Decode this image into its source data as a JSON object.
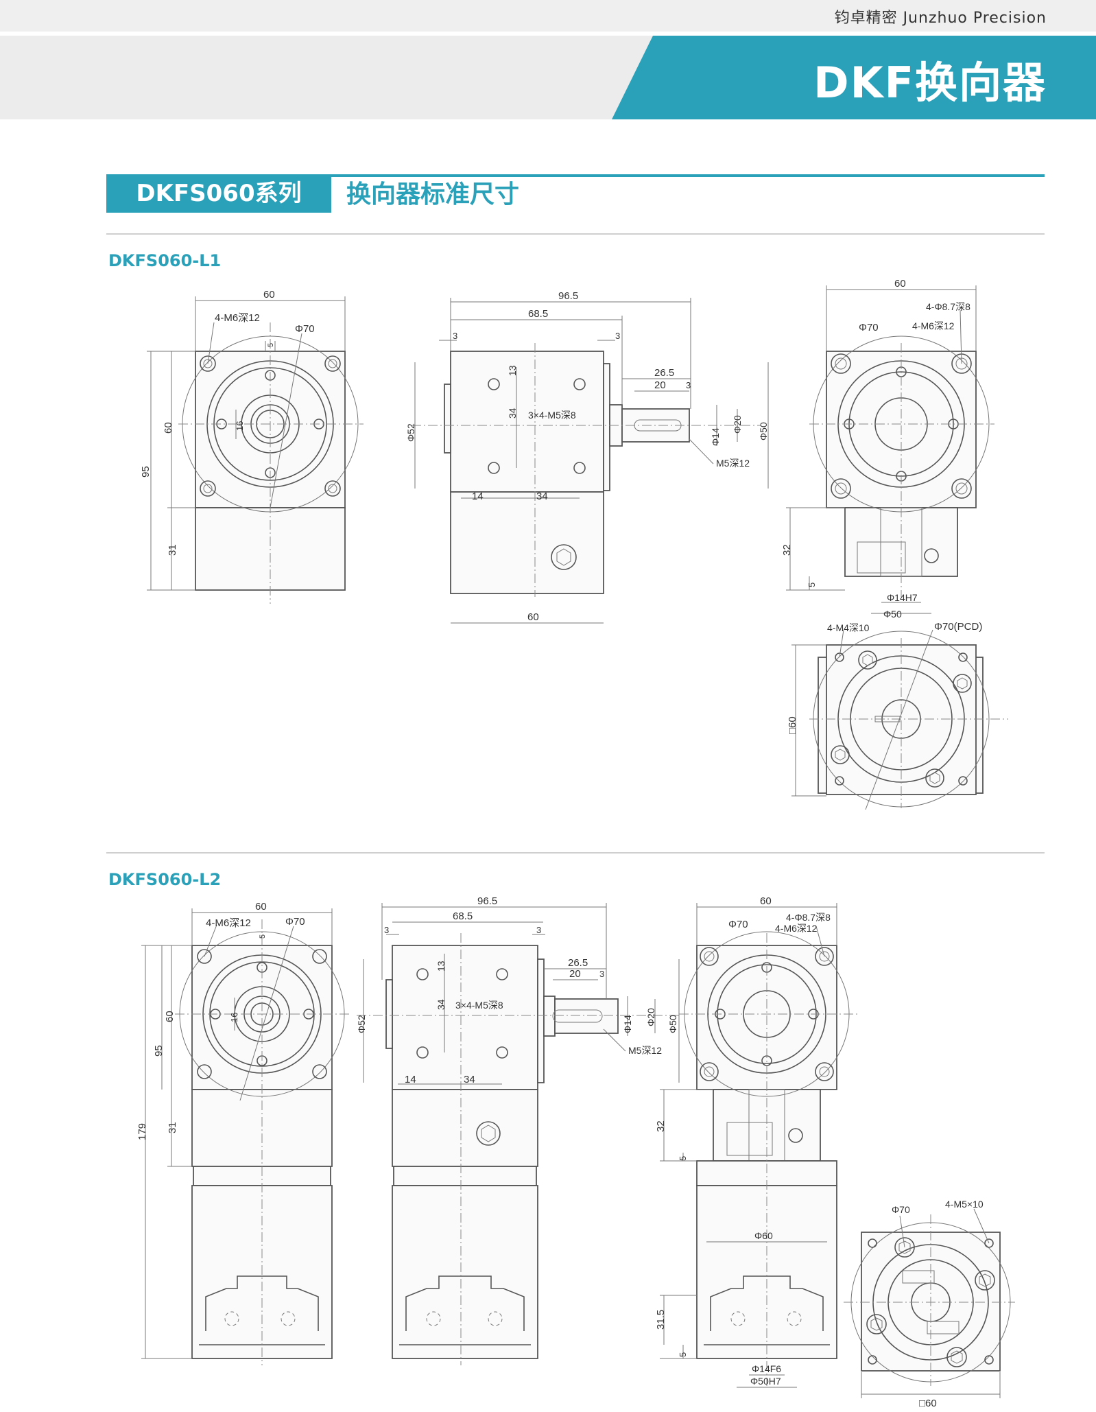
{
  "header": {
    "company": "钧卓精密 Junzhuo Precision",
    "banner_title": "DKF换向器"
  },
  "section": {
    "series": "DKFS060系列",
    "subtitle": "换向器标准尺寸"
  },
  "models": [
    {
      "name": "DKFS060-L1",
      "front_view": {
        "width": "60",
        "height_total": "95",
        "height_upper": "60",
        "height_lower": "31",
        "thread": "4-M6深12",
        "pcd": "Φ70",
        "bore": "16",
        "boss": "5"
      },
      "side_view": {
        "length_total": "96.5",
        "length_body": "68.5",
        "flange_l": "3",
        "flange_r": "3",
        "shaft_26": "26.5",
        "shaft_20": "20",
        "shaft_step": "3",
        "hole_v": "13",
        "hole_34v": "34",
        "holes": "3×4-M5深8",
        "flange_dia": "Φ52",
        "shaft_dia": "Φ14",
        "key": "Φ20",
        "pilot": "Φ50",
        "end_thread": "M5深12",
        "h14": "14",
        "h34": "34",
        "base_width": "60"
      },
      "right_view": {
        "width": "60",
        "holes": "4-Φ8.7深8",
        "thread": "4-M6深12",
        "pcd": "Φ70",
        "h32": "32",
        "h5": "5",
        "bore": "Φ14H7",
        "pilot": "Φ50"
      },
      "bottom_view": {
        "thread": "4-M4深10",
        "pcd": "Φ70(PCD)",
        "square": "□60"
      }
    },
    {
      "name": "DKFS060-L2",
      "front_view": {
        "width": "60",
        "height_total": "179",
        "height_mid": "95",
        "height_upper": "60",
        "height_lower": "31",
        "thread": "4-M6深12",
        "pcd": "Φ70",
        "bore": "16",
        "boss": "5"
      },
      "side_view": {
        "length_total": "96.5",
        "length_body": "68.5",
        "flange_l": "3",
        "flange_r": "3",
        "shaft_26": "26.5",
        "shaft_20": "20",
        "shaft_step": "3",
        "hole_v": "13",
        "hole_34v": "34",
        "holes": "3×4-M5深8",
        "flange_dia": "Φ52",
        "shaft_dia": "Φ14",
        "key": "Φ20",
        "pilot": "Φ50",
        "end_thread": "M5深12",
        "h14": "14",
        "h34": "34"
      },
      "right_view": {
        "width": "60",
        "holes": "4-Φ8.7深8",
        "thread": "4-M6深12",
        "pcd": "Φ70",
        "h32": "32",
        "h5": "5",
        "dia60": "Φ60",
        "h31_5": "31.5",
        "h5b": "5",
        "bore": "Φ14F6",
        "pilot": "Φ50H7"
      },
      "bottom_view": {
        "pcd": "Φ70",
        "thread": "4-M5×10",
        "square": "□60"
      }
    }
  ],
  "colors": {
    "accent": "#2aa0b9",
    "band": "#ececec"
  }
}
